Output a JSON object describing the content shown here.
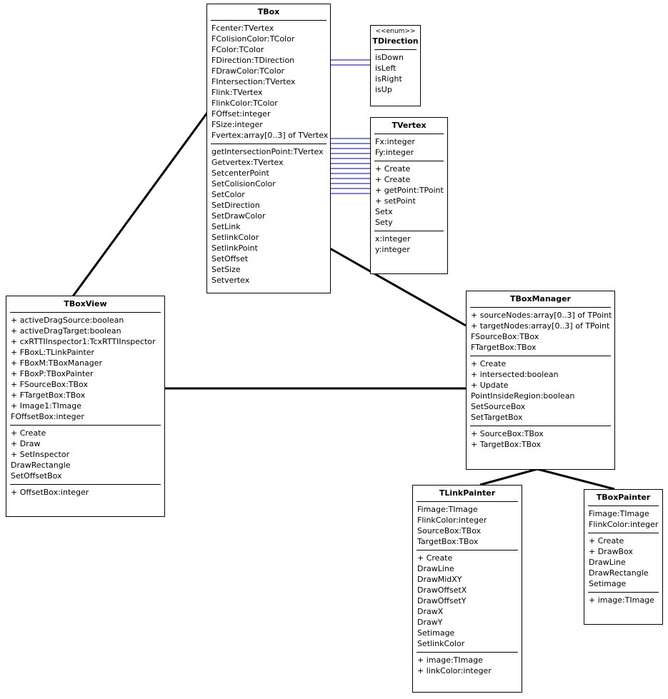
{
  "colors": {
    "line": "#000000",
    "connector_thin": "#00008b",
    "box_border": "#000000",
    "background": "#ffffff"
  },
  "classes": {
    "tbox": {
      "name": "TBox",
      "attributes": [
        "Fcenter:TVertex",
        "FColisionColor:TColor",
        "FColor:TColor",
        "FDirection:TDirection",
        "FDrawColor:TColor",
        "FIntersection:TVertex",
        "Flink:TVertex",
        "FlinkColor:TColor",
        "FOffset:integer",
        "FSize:integer",
        "Fvertex:array[0..3] of TVertex"
      ],
      "operations": [
        "getIntersectionPoint:TVertex",
        "Getvertex:TVertex",
        "SetcenterPoint",
        "SetColisionColor",
        "SetColor",
        "SetDirection",
        "SetDrawColor",
        "SetLink",
        "SetlinkColor",
        "SetlinkPoint",
        "SetOffset",
        "SetSize",
        "Setvertex"
      ],
      "properties": []
    },
    "tdirection": {
      "stereotype": "<<enum>>",
      "name": "TDirection",
      "attributes": [
        "isDown",
        "isLeft",
        "isRight",
        "isUp"
      ],
      "operations": [],
      "properties": []
    },
    "tvertex": {
      "name": "TVertex",
      "attributes": [
        "Fx:integer",
        "Fy:integer"
      ],
      "operations": [
        "+ Create",
        "+ Create",
        "+ getPoint:TPoint",
        "+ setPoint",
        "Setx",
        "Sety"
      ],
      "properties": [
        "x:integer",
        "y:integer"
      ]
    },
    "tboxview": {
      "name": "TBoxView",
      "attributes": [
        "+ activeDragSource:boolean",
        "+ activeDragTarget:boolean",
        "+ cxRTTIInspector1:TcxRTTIInspector",
        "+ FBoxL:TLinkPainter",
        "+ FBoxM:TBoxManager",
        "+ FBoxP:TBoxPainter",
        "+ FSourceBox:TBox",
        "+ FTargetBox:TBox",
        "+ Image1:TImage",
        "FOffsetBox:integer"
      ],
      "operations": [
        "+ Create",
        "+ Draw",
        "+ SetInspector",
        "DrawRectangle",
        "SetOffsetBox"
      ],
      "properties": [
        "+ OffsetBox:integer"
      ]
    },
    "tboxmanager": {
      "name": "TBoxManager",
      "attributes": [
        "+ sourceNodes:array[0..3] of TPoint",
        "+ targetNodes:array[0..3] of TPoint",
        "FSourceBox:TBox",
        "FTargetBox:TBox"
      ],
      "operations": [
        "+ Create",
        "+ intersected:boolean",
        "+ Update",
        "PointInsideRegion:boolean",
        "SetSourceBox",
        "SetTargetBox"
      ],
      "properties": [
        "+ SourceBox:TBox",
        "+ TargetBox:TBox"
      ]
    },
    "tlinkpainter": {
      "name": "TLinkPainter",
      "attributes": [
        "Fimage:TImage",
        "FlinkColor:integer",
        "SourceBox:TBox",
        "TargetBox:TBox"
      ],
      "operations": [
        "+ Create",
        "DrawLine",
        "DrawMidXY",
        "DrawOffsetX",
        "DrawOffsetY",
        "DrawX",
        "DrawY",
        "Setimage",
        "SetlinkColor"
      ],
      "properties": [
        "+ image:TImage",
        "+ linkColor:integer"
      ]
    },
    "tboxpainter": {
      "name": "TBoxPainter",
      "attributes": [
        "Fimage:TImage",
        "FlinkColor:integer"
      ],
      "operations": [
        "+ Create",
        "+ DrawBox",
        "DrawLine",
        "DrawRectangle",
        "Setimage"
      ],
      "properties": [
        "+ image:TImage"
      ]
    }
  }
}
